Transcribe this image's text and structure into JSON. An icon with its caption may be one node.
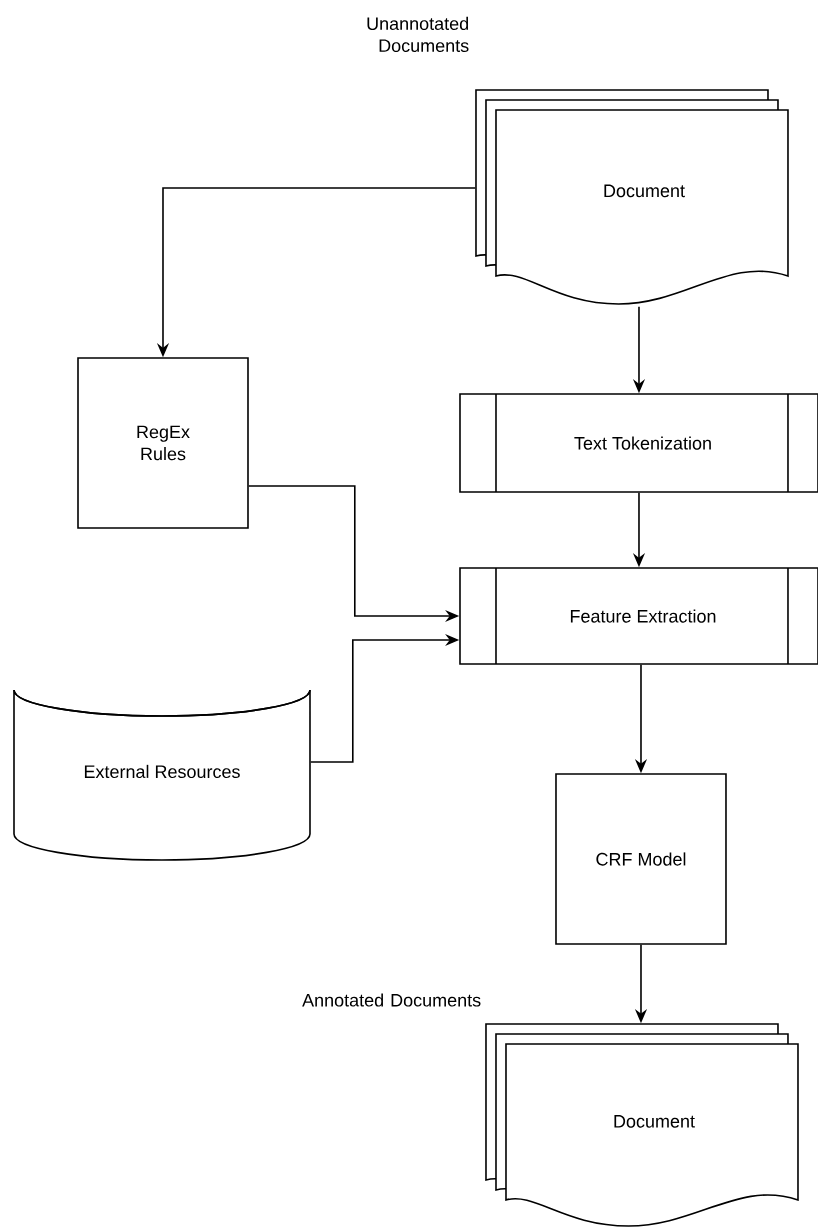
{
  "diagram": {
    "nodes": [
      {
        "text": [
          "Document"
        ],
        "beside": [
          "Unannotated Documents"
        ]
      },
      {
        "text": [
          "RegEx Rules"
        ]
      },
      {
        "text": [
          "Text Tokenization"
        ]
      },
      {
        "text": [
          "Feature Extraction"
        ]
      },
      {
        "text": [
          "External Resources"
        ]
      },
      {
        "text": [
          "CRF Model"
        ]
      },
      {
        "text": [
          "Document"
        ],
        "beside": [
          "Annotated Documents"
        ]
      }
    ],
    "edges": [
      {
        "from": 0,
        "to": 1,
        "arrow": "to"
      },
      {
        "from": 0,
        "to": 2,
        "arrow": "to"
      },
      {
        "from": 2,
        "to": 3,
        "arrow": "to"
      },
      {
        "from": 1,
        "to": 3,
        "arrow": "to"
      },
      {
        "from": 4,
        "to": 3,
        "arrow": "to"
      },
      {
        "from": 3,
        "to": 5,
        "arrow": "to"
      },
      {
        "from": 5,
        "to": 6,
        "arrow": "to"
      }
    ]
  }
}
